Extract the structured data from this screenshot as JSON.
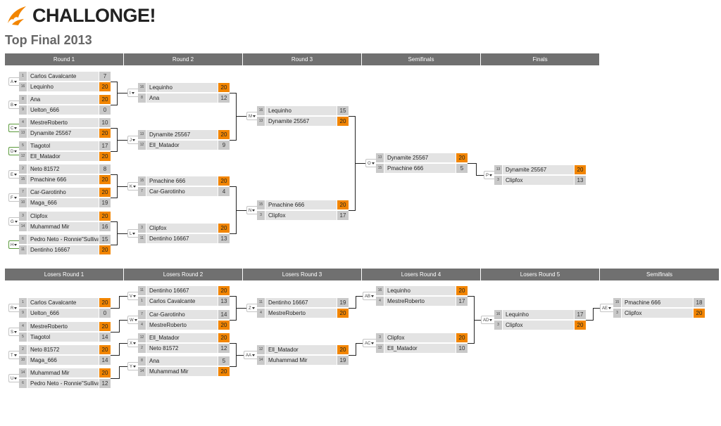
{
  "brand": {
    "name": "CHALLONGE!",
    "accent": "#f28500"
  },
  "tournament": {
    "title": "Top Final 2013"
  },
  "winners_rounds": [
    "Round 1",
    "Round 2",
    "Round 3",
    "Semifinals",
    "Finals"
  ],
  "losers_rounds": [
    "Losers Round 1",
    "Losers Round 2",
    "Losers Round 3",
    "Losers Round 4",
    "Losers Round 5",
    "Semifinals"
  ],
  "matches": [
    {
      "id": "A",
      "p1": {
        "seed": "1",
        "name": "Carlos Cavalcante",
        "score": "7"
      },
      "p2": {
        "seed": "16",
        "name": "Lequinho",
        "score": "20"
      }
    },
    {
      "id": "B",
      "p1": {
        "seed": "8",
        "name": "Ana",
        "score": "20"
      },
      "p2": {
        "seed": "9",
        "name": "Uelton_666",
        "score": "0"
      }
    },
    {
      "id": "C",
      "p1": {
        "seed": "4",
        "name": "MestreRoberto",
        "score": "10"
      },
      "p2": {
        "seed": "13",
        "name": "Dynamite 25567",
        "score": "20"
      }
    },
    {
      "id": "D",
      "p1": {
        "seed": "5",
        "name": "Tiagotol",
        "score": "17"
      },
      "p2": {
        "seed": "12",
        "name": "Ell_Matador",
        "score": "20"
      }
    },
    {
      "id": "E",
      "p1": {
        "seed": "2",
        "name": "Neto 81572",
        "score": "8"
      },
      "p2": {
        "seed": "15",
        "name": "Pmachine 666",
        "score": "20"
      }
    },
    {
      "id": "F",
      "p1": {
        "seed": "7",
        "name": "Car-Garotinho",
        "score": "20"
      },
      "p2": {
        "seed": "10",
        "name": "Maga_666",
        "score": "19"
      }
    },
    {
      "id": "G",
      "p1": {
        "seed": "3",
        "name": "Clipfox",
        "score": "20"
      },
      "p2": {
        "seed": "14",
        "name": "Muhammad Mir",
        "score": "16"
      }
    },
    {
      "id": "H",
      "p1": {
        "seed": "6",
        "name": "Pedro Neto - Ronnie\"Sullivan",
        "score": "15"
      },
      "p2": {
        "seed": "11",
        "name": "Dentinho 16667",
        "score": "20"
      }
    },
    {
      "id": "I",
      "p1": {
        "seed": "16",
        "name": "Lequinho",
        "score": "20"
      },
      "p2": {
        "seed": "8",
        "name": "Ana",
        "score": "12"
      }
    },
    {
      "id": "J",
      "p1": {
        "seed": "13",
        "name": "Dynamite 25567",
        "score": "20"
      },
      "p2": {
        "seed": "12",
        "name": "Ell_Matador",
        "score": "9"
      }
    },
    {
      "id": "K",
      "p1": {
        "seed": "15",
        "name": "Pmachine 666",
        "score": "20"
      },
      "p2": {
        "seed": "7",
        "name": "Car-Garotinho",
        "score": "4"
      }
    },
    {
      "id": "L",
      "p1": {
        "seed": "3",
        "name": "Clipfox",
        "score": "20"
      },
      "p2": {
        "seed": "11",
        "name": "Dentinho 16667",
        "score": "13"
      }
    },
    {
      "id": "M",
      "p1": {
        "seed": "16",
        "name": "Lequinho",
        "score": "15"
      },
      "p2": {
        "seed": "13",
        "name": "Dynamite 25567",
        "score": "20"
      }
    },
    {
      "id": "N",
      "p1": {
        "seed": "15",
        "name": "Pmachine 666",
        "score": "20"
      },
      "p2": {
        "seed": "3",
        "name": "Clipfox",
        "score": "17"
      }
    },
    {
      "id": "O",
      "p1": {
        "seed": "13",
        "name": "Dynamite 25567",
        "score": "20"
      },
      "p2": {
        "seed": "15",
        "name": "Pmachine 666",
        "score": "5"
      }
    },
    {
      "id": "P",
      "p1": {
        "seed": "13",
        "name": "Dynamite 25567",
        "score": "20"
      },
      "p2": {
        "seed": "3",
        "name": "Clipfox",
        "score": "13"
      }
    },
    {
      "id": "R",
      "p1": {
        "seed": "1",
        "name": "Carlos Cavalcante",
        "score": "20"
      },
      "p2": {
        "seed": "9",
        "name": "Uelton_666",
        "score": "0"
      }
    },
    {
      "id": "S",
      "p1": {
        "seed": "4",
        "name": "MestreRoberto",
        "score": "20"
      },
      "p2": {
        "seed": "5",
        "name": "Tiagotol",
        "score": "14"
      }
    },
    {
      "id": "T",
      "p1": {
        "seed": "2",
        "name": "Neto 81572",
        "score": "20"
      },
      "p2": {
        "seed": "10",
        "name": "Maga_666",
        "score": "14"
      }
    },
    {
      "id": "U",
      "p1": {
        "seed": "14",
        "name": "Muhammad Mir",
        "score": "20"
      },
      "p2": {
        "seed": "6",
        "name": "Pedro Neto - Ronnie\"Sullivan",
        "score": "12"
      }
    },
    {
      "id": "V",
      "p1": {
        "seed": "11",
        "name": "Dentinho 16667",
        "score": "20"
      },
      "p2": {
        "seed": "1",
        "name": "Carlos Cavalcante",
        "score": "13"
      }
    },
    {
      "id": "W",
      "p1": {
        "seed": "7",
        "name": "Car-Garotinho",
        "score": "14"
      },
      "p2": {
        "seed": "4",
        "name": "MestreRoberto",
        "score": "20"
      }
    },
    {
      "id": "X",
      "p1": {
        "seed": "12",
        "name": "Ell_Matador",
        "score": "20"
      },
      "p2": {
        "seed": "2",
        "name": "Neto 81572",
        "score": "12"
      }
    },
    {
      "id": "Y",
      "p1": {
        "seed": "8",
        "name": "Ana",
        "score": "5"
      },
      "p2": {
        "seed": "14",
        "name": "Muhammad Mir",
        "score": "20"
      }
    },
    {
      "id": "Z",
      "p1": {
        "seed": "11",
        "name": "Dentinho 16667",
        "score": "19"
      },
      "p2": {
        "seed": "4",
        "name": "MestreRoberto",
        "score": "20"
      }
    },
    {
      "id": "AA",
      "p1": {
        "seed": "12",
        "name": "Ell_Matador",
        "score": "20"
      },
      "p2": {
        "seed": "14",
        "name": "Muhammad Mir",
        "score": "19"
      }
    },
    {
      "id": "AB",
      "p1": {
        "seed": "16",
        "name": "Lequinho",
        "score": "20"
      },
      "p2": {
        "seed": "4",
        "name": "MestreRoberto",
        "score": "17"
      }
    },
    {
      "id": "AC",
      "p1": {
        "seed": "3",
        "name": "Clipfox",
        "score": "20"
      },
      "p2": {
        "seed": "12",
        "name": "Ell_Matador",
        "score": "10"
      }
    },
    {
      "id": "AD",
      "p1": {
        "seed": "16",
        "name": "Lequinho",
        "score": "17"
      },
      "p2": {
        "seed": "3",
        "name": "Clipfox",
        "score": "20"
      }
    },
    {
      "id": "AE",
      "p1": {
        "seed": "15",
        "name": "Pmachine 666",
        "score": "18"
      },
      "p2": {
        "seed": "3",
        "name": "Clipfox",
        "score": "20"
      }
    }
  ]
}
